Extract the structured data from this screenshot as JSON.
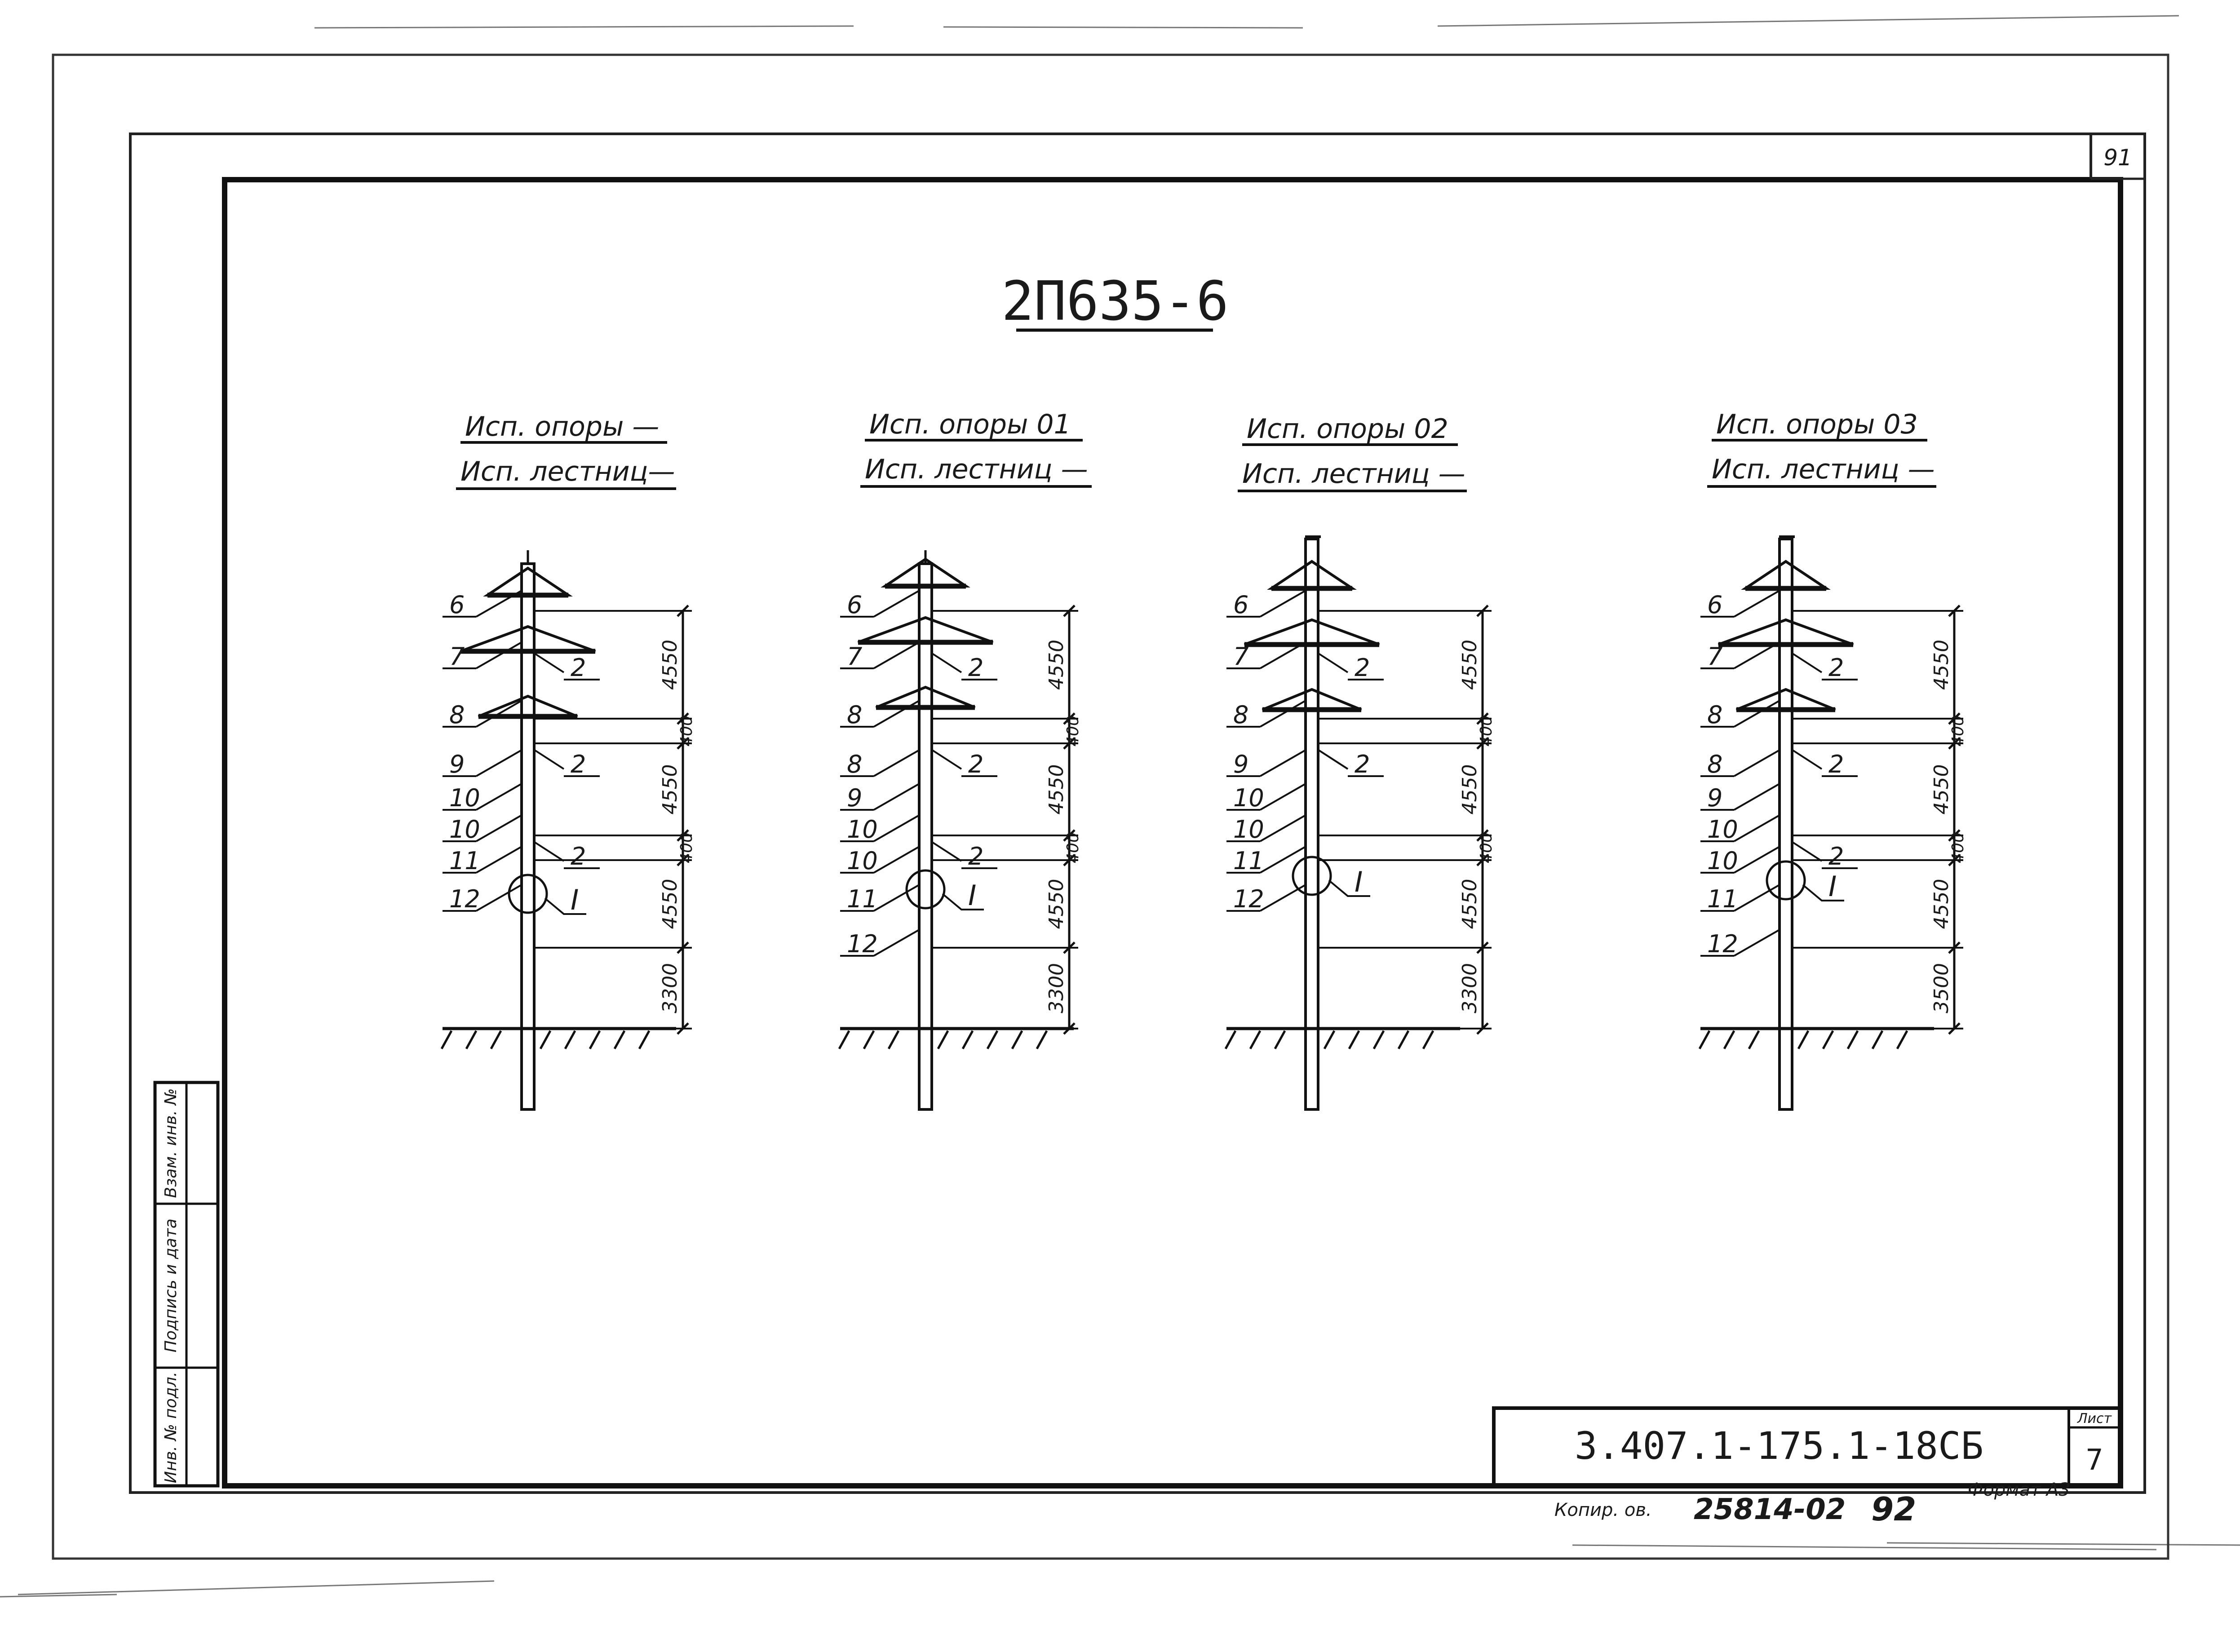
{
  "page_number": "91",
  "drawing_title": "2П635-6",
  "variants": [
    {
      "opory": "Исп. опоры —",
      "lestnic": "Исп. лестниц—",
      "labels": [
        "6",
        "7",
        "2",
        "8",
        "9",
        "2",
        "10",
        "10",
        "2",
        "11",
        "12"
      ],
      "dims": [
        "4550",
        "400",
        "4550",
        "400",
        "4550",
        "3300"
      ],
      "node": "I"
    },
    {
      "opory": "Исп. опоры 01",
      "lestnic": "Исп. лестниц —",
      "labels": [
        "6",
        "7",
        "2",
        "8",
        "8",
        "9",
        "2",
        "10",
        "10",
        "2",
        "11",
        "12"
      ],
      "dims": [
        "4550",
        "400",
        "4550",
        "400",
        "4550",
        "3300"
      ],
      "node": "I"
    },
    {
      "opory": "Исп. опоры 02",
      "lestnic": "Исп. лестниц —",
      "labels": [
        "6",
        "2",
        "7",
        "8",
        "2",
        "9",
        "10",
        "2",
        "10",
        "11",
        "12"
      ],
      "dims": [
        "4550",
        "400",
        "4550",
        "400",
        "4550",
        "3300"
      ],
      "node": "I"
    },
    {
      "opory": "Исп. опоры 03",
      "lestnic": "Исп. лестниц —",
      "labels": [
        "6",
        "7",
        "2",
        "8",
        "8",
        "9",
        "2",
        "10",
        "2",
        "10",
        "11",
        "12"
      ],
      "dims": [
        "4550",
        "400",
        "4550",
        "400",
        "4550",
        "3500"
      ],
      "node": "I"
    }
  ],
  "side_stamp": [
    "Инв. № подл.",
    "Подпись и дата",
    "Взам. инв. №"
  ],
  "title_block": {
    "code": "3.407.1-175.1-18СБ",
    "sheet_label": "Лист",
    "sheet_number": "7"
  },
  "footer": {
    "kopir": "Копир. ов.",
    "order": "25814-02",
    "page": "92",
    "format": "Формат А3"
  }
}
